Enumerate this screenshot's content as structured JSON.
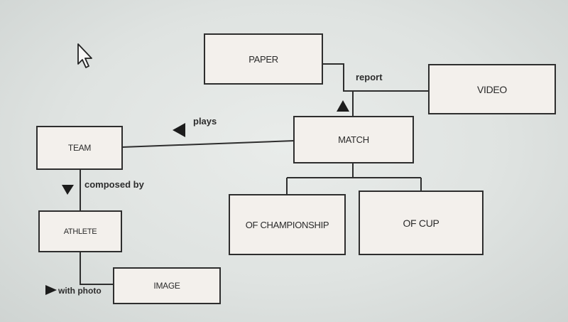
{
  "entities": {
    "paper": "PAPER",
    "video": "VIDEO",
    "match": "MATCH",
    "team": "TEAM",
    "athlete": "ATHLETE",
    "image": "IMAGE",
    "of_championship": "OF CHAMPIONSHIP",
    "of_cup": "OF CUP"
  },
  "relationships": {
    "report": "report",
    "plays": "plays",
    "composed_by": "composed by",
    "with_photo": "with photo"
  },
  "icons": {
    "cursor": "mouse-pointer-icon",
    "arrow_up": "triangle-up-icon",
    "arrow_left": "triangle-left-icon",
    "arrow_down": "triangle-down-icon",
    "arrow_right": "triangle-right-icon"
  },
  "colors": {
    "box_fill": "#f3f0ec",
    "line": "#2e2e2e",
    "background": "#e2e6e4"
  }
}
